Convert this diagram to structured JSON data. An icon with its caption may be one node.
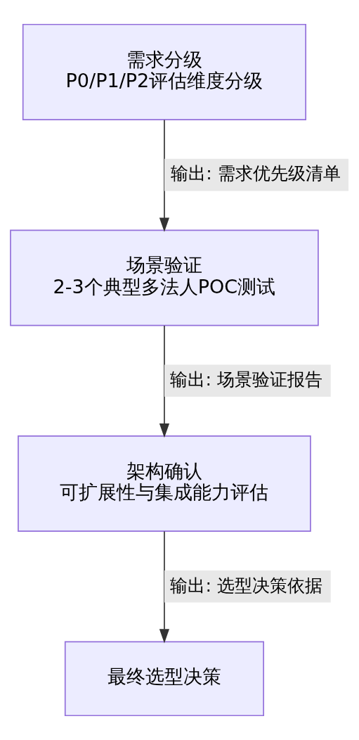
{
  "diagram": {
    "nodes": [
      {
        "text": [
          "需求分级",
          "P0/P1/P2评估维度分级"
        ]
      },
      {
        "text": [
          "场景验证",
          "2-3个典型多法人POC测试"
        ]
      },
      {
        "text": [
          "架构确认",
          "可扩展性与集成能力评估"
        ]
      },
      {
        "text": [
          "最终选型决策"
        ]
      }
    ],
    "edges": [
      {
        "from": 0,
        "to": 1,
        "arrow": "to",
        "label": "输出: 需求优先级清单"
      },
      {
        "from": 1,
        "to": 2,
        "arrow": "to",
        "label": "输出: 场景验证报告"
      },
      {
        "from": 2,
        "to": 3,
        "arrow": "to",
        "label": "输出: 选型决策依据"
      }
    ]
  }
}
